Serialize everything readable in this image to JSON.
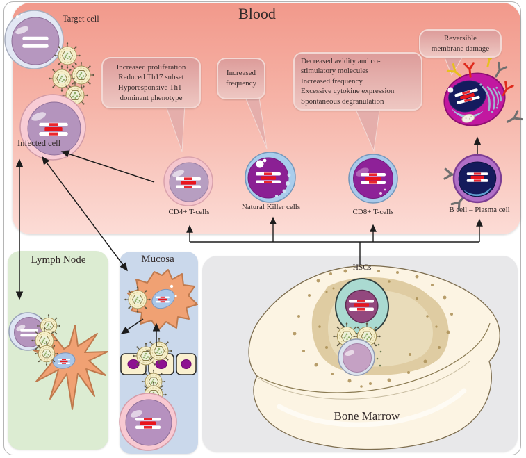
{
  "figure": {
    "blood": {
      "title": "Blood"
    },
    "lymph_node": {
      "title": "Lymph Node"
    },
    "mucosa": {
      "title": "Mucosa"
    },
    "bone_marrow": {
      "title": "Bone Marrow",
      "hscs": "HSCs"
    },
    "cells": {
      "target": "Target cell",
      "infected": "Infected cell",
      "cd4": "CD4+ T-cells",
      "nk": "Natural Killer cells",
      "cd8": "CD8+ T-cells",
      "bcell": "B cell – Plasma cell"
    },
    "callouts": {
      "cd4": "Increased proliferation\nReduced Th17 subset\nHyporesponsive Th1-\ndominant phenotype",
      "nk": "Increased\nfrequency",
      "cd8": "Decreased avidity and co-\nstimulatory molecules\nIncreased frequency\nExcessive cytokine expression\nSpontaneous degranulation",
      "plasma": "Reversible\nmembrane damage"
    },
    "colors": {
      "blood_top": "#f2998b",
      "blood_bottom": "#fcdcd6",
      "lymph_panel": "#dcecd2",
      "mucosa_panel": "#cad8eb",
      "bone_panel": "#e8e8ea",
      "bubble": "#e2a6a3",
      "virus": "#f6efca",
      "plasma_cell": "#c218a0",
      "nk_core": "#8b2094",
      "nucleus_navy": "#151b5e",
      "hsc_cell": "#aadad1",
      "provirus_red": "#e8141c",
      "dendritic": "#f0a173",
      "bone": "#fcf4e3"
    }
  }
}
